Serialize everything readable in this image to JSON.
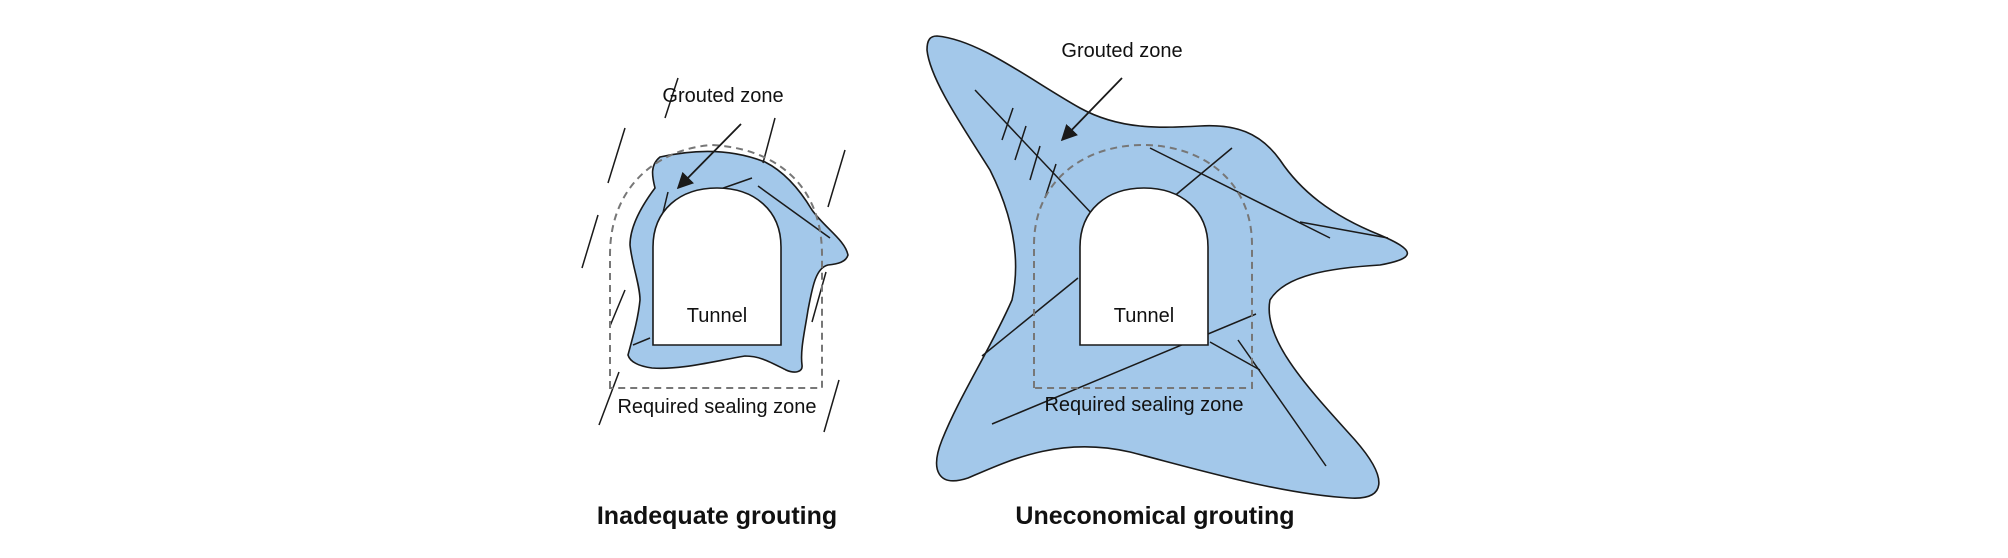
{
  "colors": {
    "grout_fill": "#a3c8ea",
    "outline": "#1a1a1a",
    "dashed": "#777777",
    "background": "#ffffff"
  },
  "panels": [
    {
      "grouted_label": "Grouted zone",
      "tunnel_label": "Tunnel",
      "sealing_label": "Required sealing zone",
      "caption": "Inadequate grouting"
    },
    {
      "grouted_label": "Grouted zone",
      "tunnel_label": "Tunnel",
      "sealing_label": "Required sealing zone",
      "caption": "Uneconomical grouting"
    }
  ]
}
